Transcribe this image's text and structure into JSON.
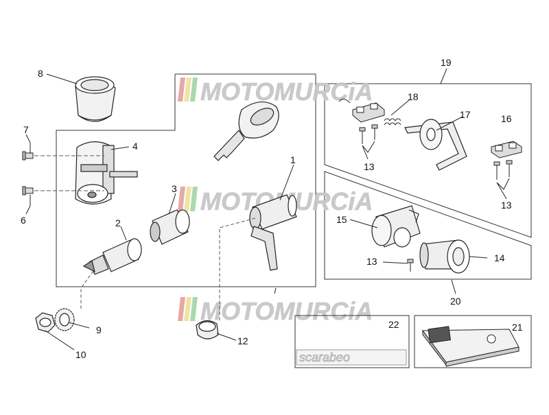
{
  "watermark": {
    "text": "MOTOMURCiA",
    "colors": {
      "red": "#e8a3a3",
      "yellow": "#eee3a0",
      "green": "#a8d6a8",
      "text": "#c8c8c8"
    }
  },
  "booklet_22": {
    "brand": "scarabeo"
  },
  "callouts": {
    "c1": "1",
    "c2": "2",
    "c3": "3",
    "c4": "4",
    "c5": "",
    "c6": "6",
    "c7": "7",
    "c8": "8",
    "c9": "9",
    "c10": "10",
    "c12": "12",
    "c13a": "13",
    "c13b": "13",
    "c13c": "13",
    "c14": "14",
    "c15": "15",
    "c16": "16",
    "c17": "17",
    "c18": "18",
    "c19": "19",
    "c20": "20",
    "c21": "21",
    "c22": "22"
  },
  "icons": [
    "key-icon",
    "lock-cylinder-icon",
    "nut-icon",
    "washer-icon",
    "screw-icon",
    "spring-icon",
    "clip-icon",
    "manual-booklet-icon"
  ],
  "line_color": "#222222"
}
